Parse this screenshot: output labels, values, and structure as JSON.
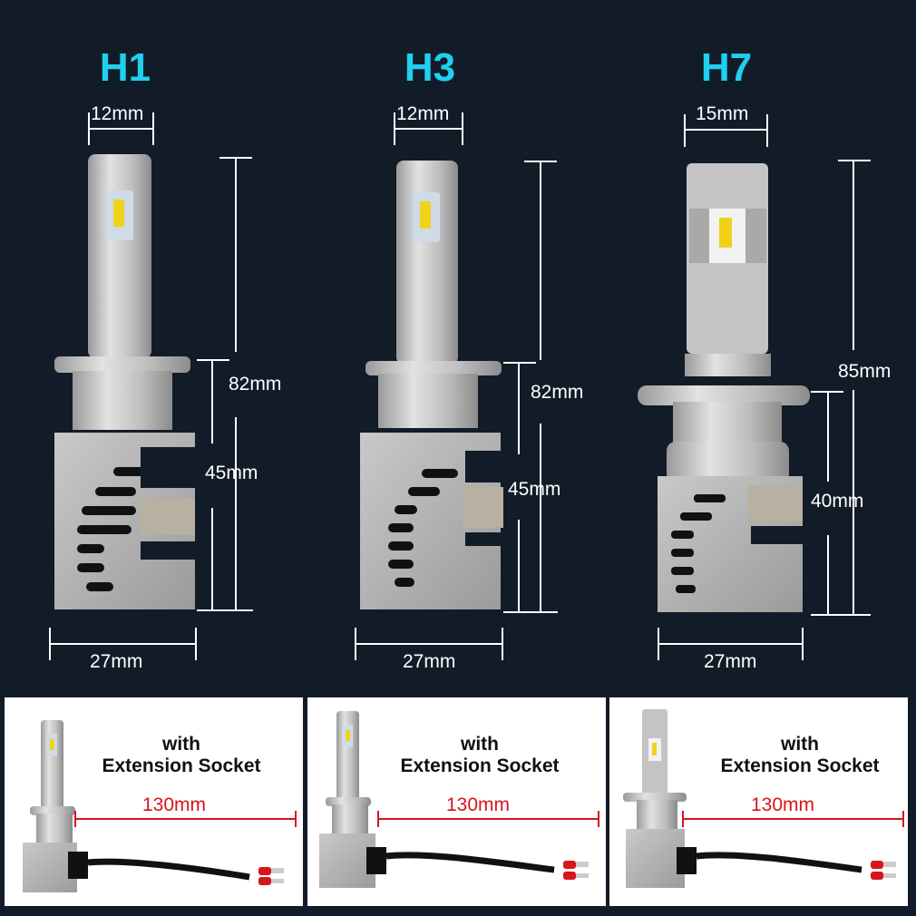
{
  "colors": {
    "background": "#121c28",
    "title": "#1fd0ef",
    "dimension_lines": "#ffffff",
    "cable_dimension": "#d8141c",
    "panel_bg": "#ffffff"
  },
  "bulbs": [
    {
      "name": "H1",
      "top_width": "12mm",
      "total_length": "82mm",
      "base_height": "45mm",
      "base_width": "27mm"
    },
    {
      "name": "H3",
      "top_width": "12mm",
      "total_length": "82mm",
      "base_height": "45mm",
      "base_width": "27mm"
    },
    {
      "name": "H7",
      "top_width": "15mm",
      "total_length": "85mm",
      "base_height": "40mm",
      "base_width": "27mm"
    }
  ],
  "panels": [
    {
      "line1": "with",
      "line2": "Extension Socket",
      "cable_length": "130mm"
    },
    {
      "line1": "with",
      "line2": "Extension Socket",
      "cable_length": "130mm"
    },
    {
      "line1": "with",
      "line2": "Extension Socket",
      "cable_length": "130mm"
    }
  ]
}
